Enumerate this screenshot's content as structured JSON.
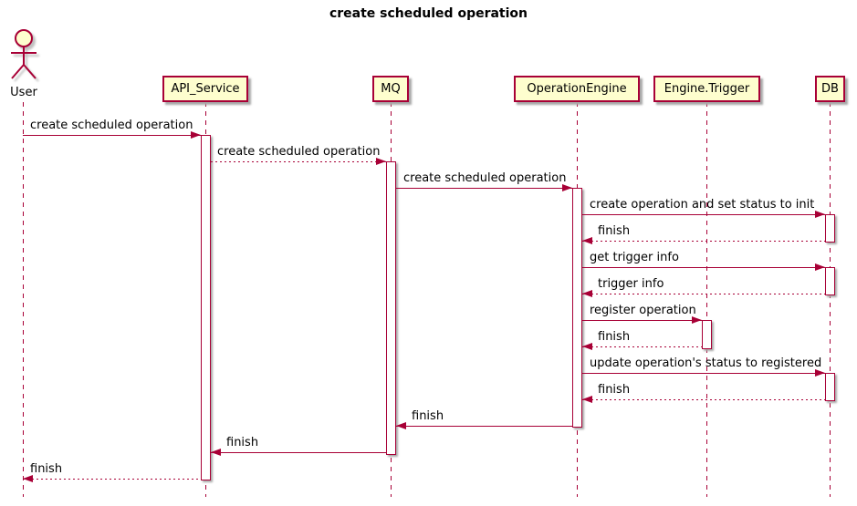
{
  "title": "create scheduled operation",
  "colors": {
    "border": "#A80036",
    "fill": "#FEFECE",
    "shadow": "#A8A8A8",
    "text": "#000000"
  },
  "actor": {
    "label": "User"
  },
  "participants": [
    {
      "label": "API_Service"
    },
    {
      "label": "MQ"
    },
    {
      "label": "OperationEngine"
    },
    {
      "label": "Engine.Trigger"
    },
    {
      "label": "DB"
    }
  ],
  "messages": [
    {
      "from": "User",
      "to": "API_Service",
      "label": "create scheduled operation",
      "line": "solid",
      "direction": "right"
    },
    {
      "from": "API_Service",
      "to": "MQ",
      "label": "create scheduled operation",
      "line": "dotted",
      "direction": "right"
    },
    {
      "from": "MQ",
      "to": "OperationEngine",
      "label": "create scheduled operation",
      "line": "solid",
      "direction": "right"
    },
    {
      "from": "OperationEngine",
      "to": "DB",
      "label": "create operation and set status to init",
      "line": "solid",
      "direction": "right"
    },
    {
      "from": "DB",
      "to": "OperationEngine",
      "label": "finish",
      "line": "dotted",
      "direction": "left"
    },
    {
      "from": "OperationEngine",
      "to": "DB",
      "label": "get trigger info",
      "line": "solid",
      "direction": "right"
    },
    {
      "from": "DB",
      "to": "OperationEngine",
      "label": "trigger info",
      "line": "dotted",
      "direction": "left"
    },
    {
      "from": "OperationEngine",
      "to": "Engine.Trigger",
      "label": "register operation",
      "line": "solid",
      "direction": "right"
    },
    {
      "from": "Engine.Trigger",
      "to": "OperationEngine",
      "label": "finish",
      "line": "dotted",
      "direction": "left"
    },
    {
      "from": "OperationEngine",
      "to": "DB",
      "label": "update operation's status to registered",
      "line": "solid",
      "direction": "right"
    },
    {
      "from": "DB",
      "to": "OperationEngine",
      "label": "finish",
      "line": "dotted",
      "direction": "left"
    },
    {
      "from": "OperationEngine",
      "to": "MQ",
      "label": "finish",
      "line": "solid",
      "direction": "left"
    },
    {
      "from": "MQ",
      "to": "API_Service",
      "label": "finish",
      "line": "solid",
      "direction": "left"
    },
    {
      "from": "API_Service",
      "to": "User",
      "label": "finish",
      "line": "dotted",
      "direction": "left"
    }
  ]
}
